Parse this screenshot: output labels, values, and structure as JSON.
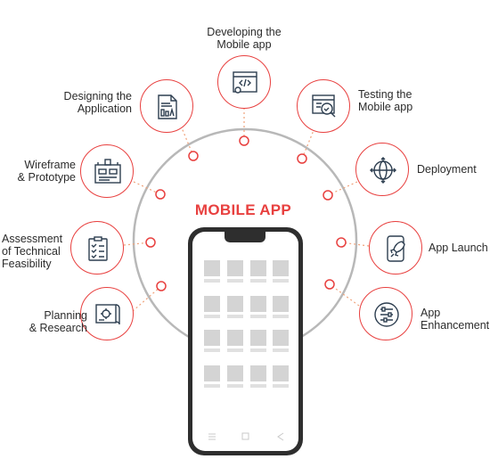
{
  "center_title": "MOBILE APP",
  "steps": [
    {
      "label": "Planning\n& Research",
      "icon": "planning-blueprint-icon"
    },
    {
      "label": "Assessment\nof Technical\nFeasibility",
      "icon": "clipboard-checklist-icon"
    },
    {
      "label": "Wireframe\n& Prototype",
      "icon": "wireframe-icon"
    },
    {
      "label": "Designing the\nApplication",
      "icon": "design-document-icon"
    },
    {
      "label": "Developing the\nMobile app",
      "icon": "code-window-icon"
    },
    {
      "label": "Testing the\nMobile app",
      "icon": "testing-magnifier-icon"
    },
    {
      "label": "Deployment",
      "icon": "deployment-globe-icon"
    },
    {
      "label": "App Launch",
      "icon": "rocket-launch-icon"
    },
    {
      "label": "App\nEnhancement",
      "icon": "sliders-enhancement-icon"
    }
  ],
  "colors": {
    "accent": "#e8403f",
    "ring": "#b5b5b5",
    "connector": "#f0a27a",
    "text": "#2b2b2b"
  }
}
